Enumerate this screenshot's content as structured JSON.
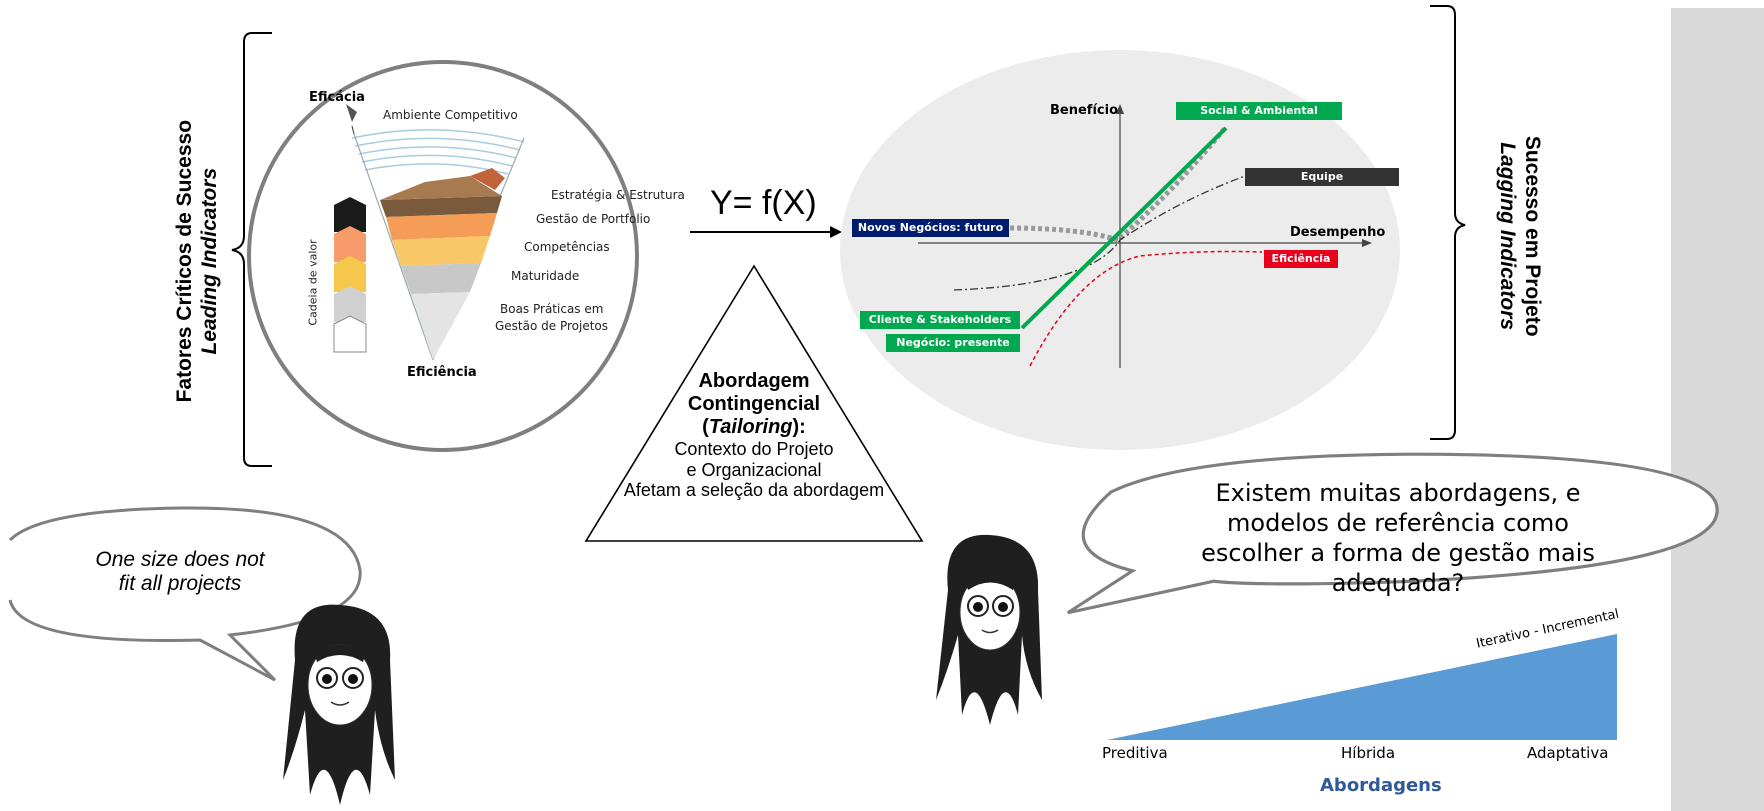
{
  "left_panel": {
    "title_line1": "Fatores Críticos de Sucesso",
    "title_line2": "Leading Indicators",
    "cone": {
      "top_label": "Eficácia",
      "bottom_label": "Eficiência",
      "environment": "Ambiente Competitivo",
      "value_chain": "Cadeia de valor",
      "layers": [
        "Estratégia & Estrutura",
        "Gestão de Portfolio",
        "Competências",
        "Maturidade",
        "Boas Práticas em",
        "Gestão de Projetos"
      ]
    }
  },
  "formula": "Y= f(X)",
  "triangle": {
    "line1": "Abordagem",
    "line2": "Contingencial",
    "line3_open": "(",
    "line3_italic": "Tailoring",
    "line3_close": "):",
    "line4": "Contexto do Projeto",
    "line5": "e Organizacional",
    "line6": "Afetam a seleção da abordagem"
  },
  "right_panel": {
    "title_line1": "Sucesso em Projeto",
    "title_line2": "Lagging Indicators",
    "chart": {
      "y_axis": "Benefício",
      "x_axis": "Desempenho",
      "tags": {
        "social": "Social & Ambiental",
        "equipe": "Equipe",
        "novos": "Novos Negócios: futuro",
        "eficiencia": "Eficiência",
        "cliente": "Cliente & Stakeholders",
        "negocio": "Negócio: presente"
      },
      "colors": {
        "green": "#00a84f",
        "dark": "#333333",
        "navy": "#001c6e",
        "red": "#e8001c"
      }
    }
  },
  "bubble_left": {
    "line1": "One size does not",
    "line2": "fit all projects"
  },
  "bubble_right": {
    "line1": "Existem muitas abordagens, e",
    "line2": "modelos de referência como",
    "line3": "escolher a forma de gestão mais",
    "line4": "adequada?"
  },
  "approaches_chart": {
    "type": "area",
    "categories": [
      "Preditiva",
      "Híbrida",
      "Adaptativa"
    ],
    "values": [
      0,
      0.5,
      1
    ],
    "diagonal_label": "Iterativo - Incremental",
    "xlabel": "Abordagens",
    "fill_color": "#5b9bd5"
  }
}
